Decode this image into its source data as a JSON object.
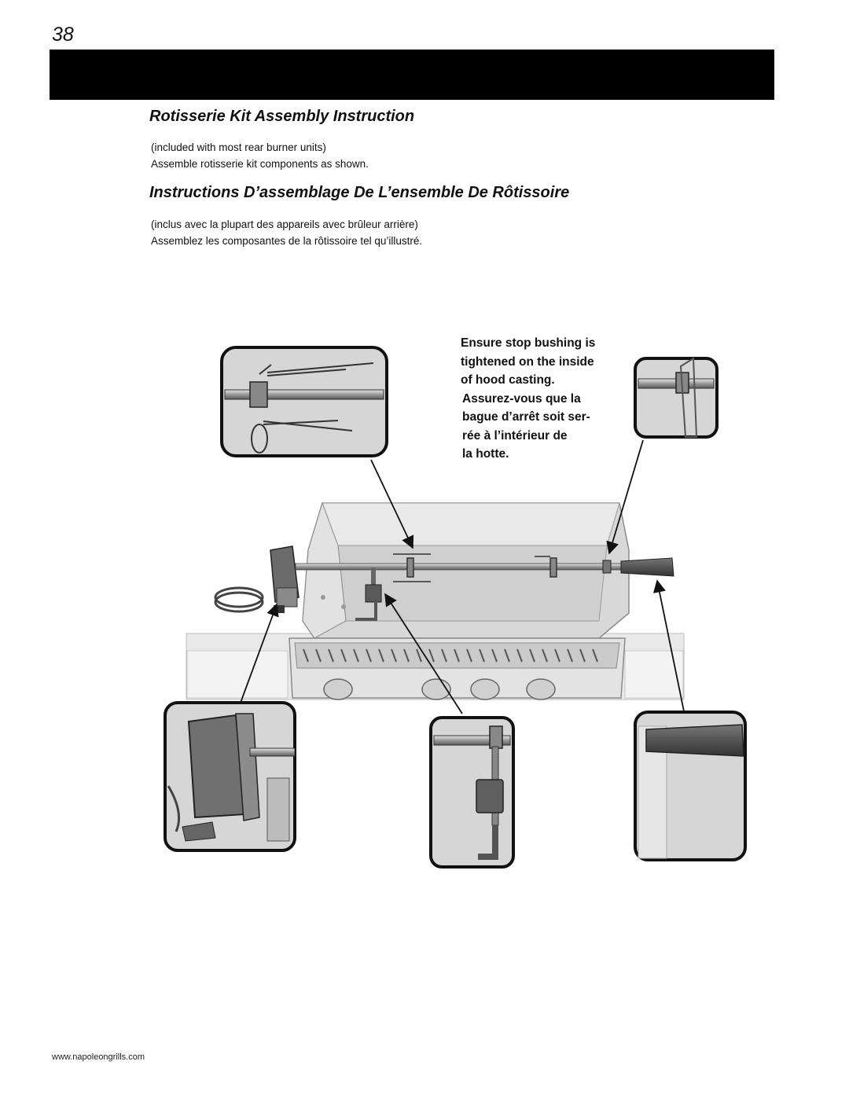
{
  "page": {
    "number": "38",
    "footer_url": "www.napoleongrills.com"
  },
  "english": {
    "title": "Rotisserie Kit Assembly Instruction",
    "lines": [
      "(included with most rear burner units)",
      "Assemble rotisserie kit components as shown."
    ]
  },
  "french": {
    "title": "Instructions D’assemblage De L’ensemble De Rôtissoire",
    "lines": [
      "(inclus avec la plupart des appareils avec brûleur arrière)",
      "Assemblez les composantes de la rôtissoire tel qu’illustré."
    ]
  },
  "callout": {
    "english_lines": [
      "Ensure stop bushing is",
      "tightened on the inside",
      "of hood casting."
    ],
    "french_lines": [
      "Assurez-vous que la",
      "bague d’arrêt soit ser-",
      "rée à l’intérieur de",
      "la hotte."
    ]
  }
}
